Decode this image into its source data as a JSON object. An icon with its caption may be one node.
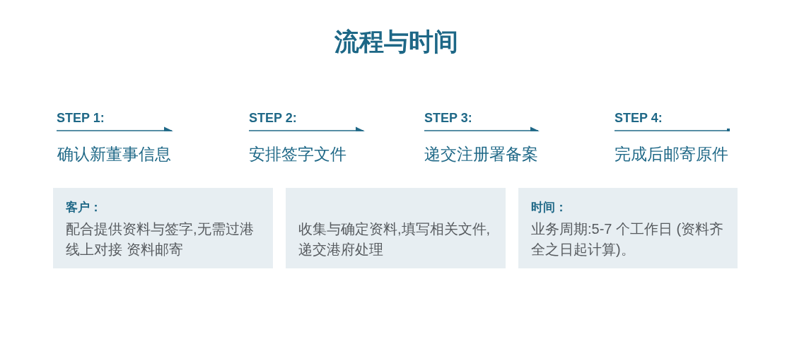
{
  "diagram": {
    "title": "流程与时间",
    "nodes": [
      {
        "text": [
          "客户：",
          "配合提供资料与签字,无需过港线上对接 资料邮寄"
        ]
      },
      {
        "text": [
          "收集与确定资料,填写相关文件,递交港府处理"
        ]
      },
      {
        "text": [
          "时间：",
          "业务周期:5-7 个工作日 (资料齐全之日起计算)。"
        ]
      }
    ],
    "labels": [
      "STEP 1:",
      "STEP 2:",
      "STEP 3:",
      "STEP 4:",
      "确认新董事信息",
      "安排签字文件",
      "递交注册署备案",
      "完成后邮寄原件"
    ]
  }
}
